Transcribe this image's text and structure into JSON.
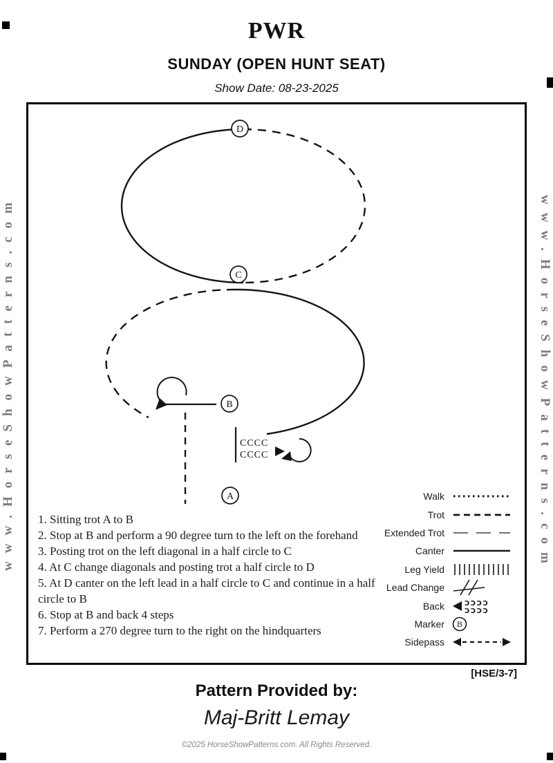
{
  "page": {
    "title": "PWR",
    "subtitle": "SUNDAY (OPEN HUNT SEAT)",
    "show_date": "Show Date: 08-23-2025"
  },
  "watermark": {
    "text": "www.HorseShowPatterns.com"
  },
  "pattern": {
    "markers": [
      "A",
      "B",
      "C",
      "D"
    ],
    "back_rows": [
      "CCCC",
      "CCCC"
    ]
  },
  "instructions": [
    "1. Sitting trot A to B",
    "2. Stop at B and perform a 90 degree turn to the left on the forehand",
    "3. Posting trot on the left diagonal in a half circle to C",
    "4. At C change diagonals and posting trot a half circle to D",
    "5. At D canter on the left lead in a half circle to C and continue in a half circle to B",
    "6. Stop at B and back 4 steps",
    "7. Perform a 270 degree turn to the right on the hindquarters"
  ],
  "legend": {
    "items": [
      {
        "label": "Walk",
        "style": "dotted"
      },
      {
        "label": "Trot",
        "style": "dashed"
      },
      {
        "label": "Extended Trot",
        "style": "longdash"
      },
      {
        "label": "Canter",
        "style": "solid"
      },
      {
        "label": "Leg Yield",
        "style": "ticks"
      },
      {
        "label": "Lead Change",
        "style": "slashes"
      },
      {
        "label": "Back",
        "style": "back-arrow",
        "glyph_rows": [
          "ƆƆƆƆ",
          "ƆƆƆƆ"
        ]
      },
      {
        "label": "Marker",
        "style": "circled-letter",
        "marker_letter": "B"
      },
      {
        "label": "Sidepass",
        "style": "double-arrow-dashed"
      }
    ]
  },
  "footer": {
    "code": "[HSE/3-7]",
    "provided_by": "Pattern Provided by:",
    "provider": "Maj-Britt Lemay",
    "copyright": "©2025 HorseShowPatterns.com. All Rights Reserved."
  },
  "colors": {
    "ink": "#151515",
    "watermark": "#7b7b7b",
    "footer_muted": "#888888"
  }
}
